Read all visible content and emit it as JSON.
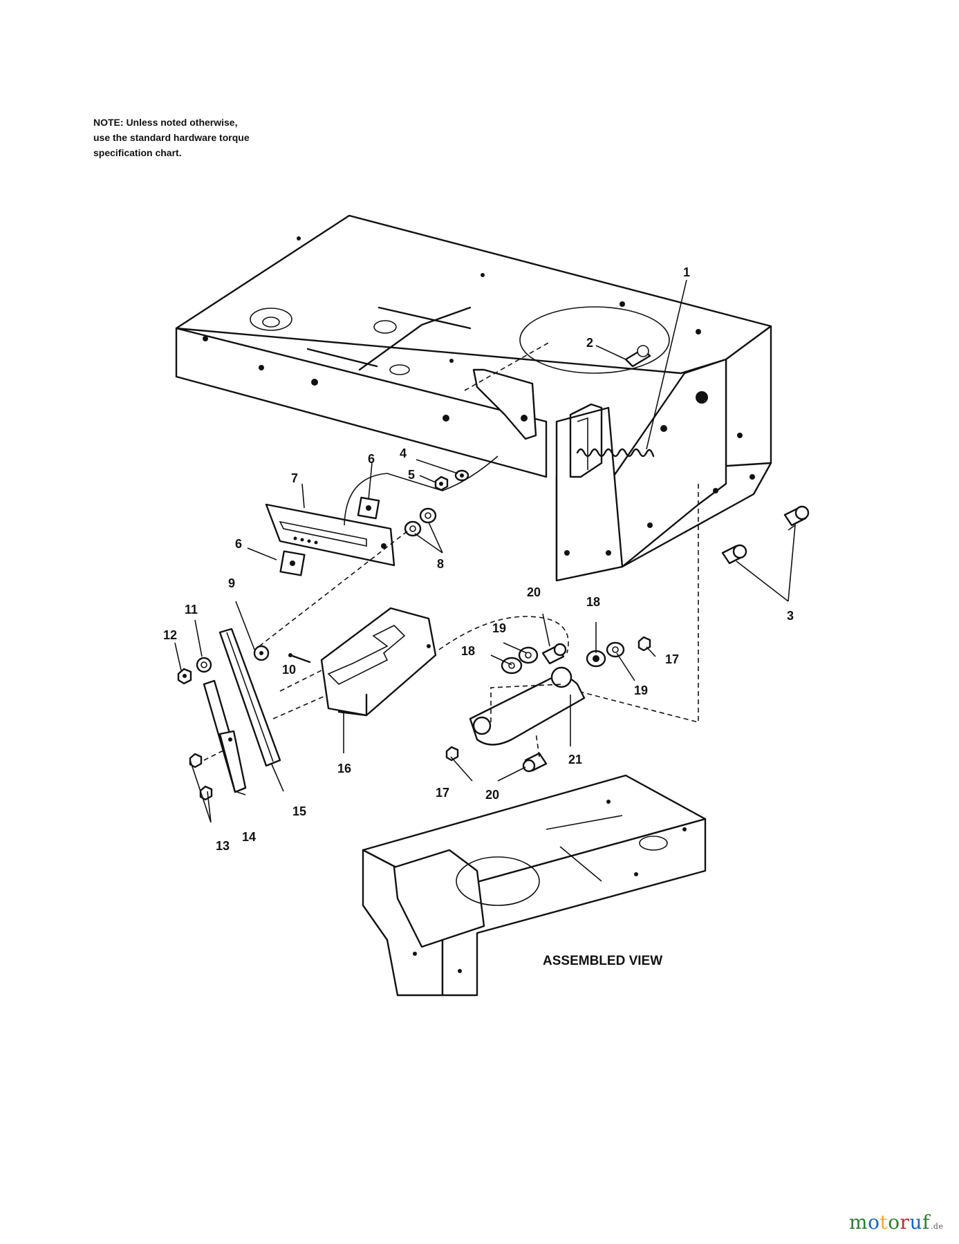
{
  "note": {
    "lines": [
      "NOTE: Unless noted otherwise,",
      "use the standard hardware torque",
      "specification chart."
    ]
  },
  "assembled_label": "ASSEMBLED VIEW",
  "watermark": {
    "letters": [
      "m",
      "o",
      "t",
      "o",
      "r",
      "u",
      "f"
    ],
    "colors": [
      "#2e7d32",
      "#1565c0",
      "#f9a825",
      "#2e7d32",
      "#c62828",
      "#1565c0",
      "#2e7d32"
    ],
    "suffix": ".de"
  },
  "callouts": {
    "c1": "1",
    "c2": "2",
    "c3": "3",
    "c4": "4",
    "c5": "5",
    "c6a": "6",
    "c6b": "6",
    "c7": "7",
    "c8": "8",
    "c9": "9",
    "c10": "10",
    "c11": "11",
    "c12": "12",
    "c13": "13",
    "c14": "14",
    "c15": "15",
    "c16": "16",
    "c17a": "17",
    "c17b": "17",
    "c18a": "18",
    "c18b": "18",
    "c19a": "19",
    "c19b": "19",
    "c20a": "20",
    "c20b": "20",
    "c21": "21"
  }
}
